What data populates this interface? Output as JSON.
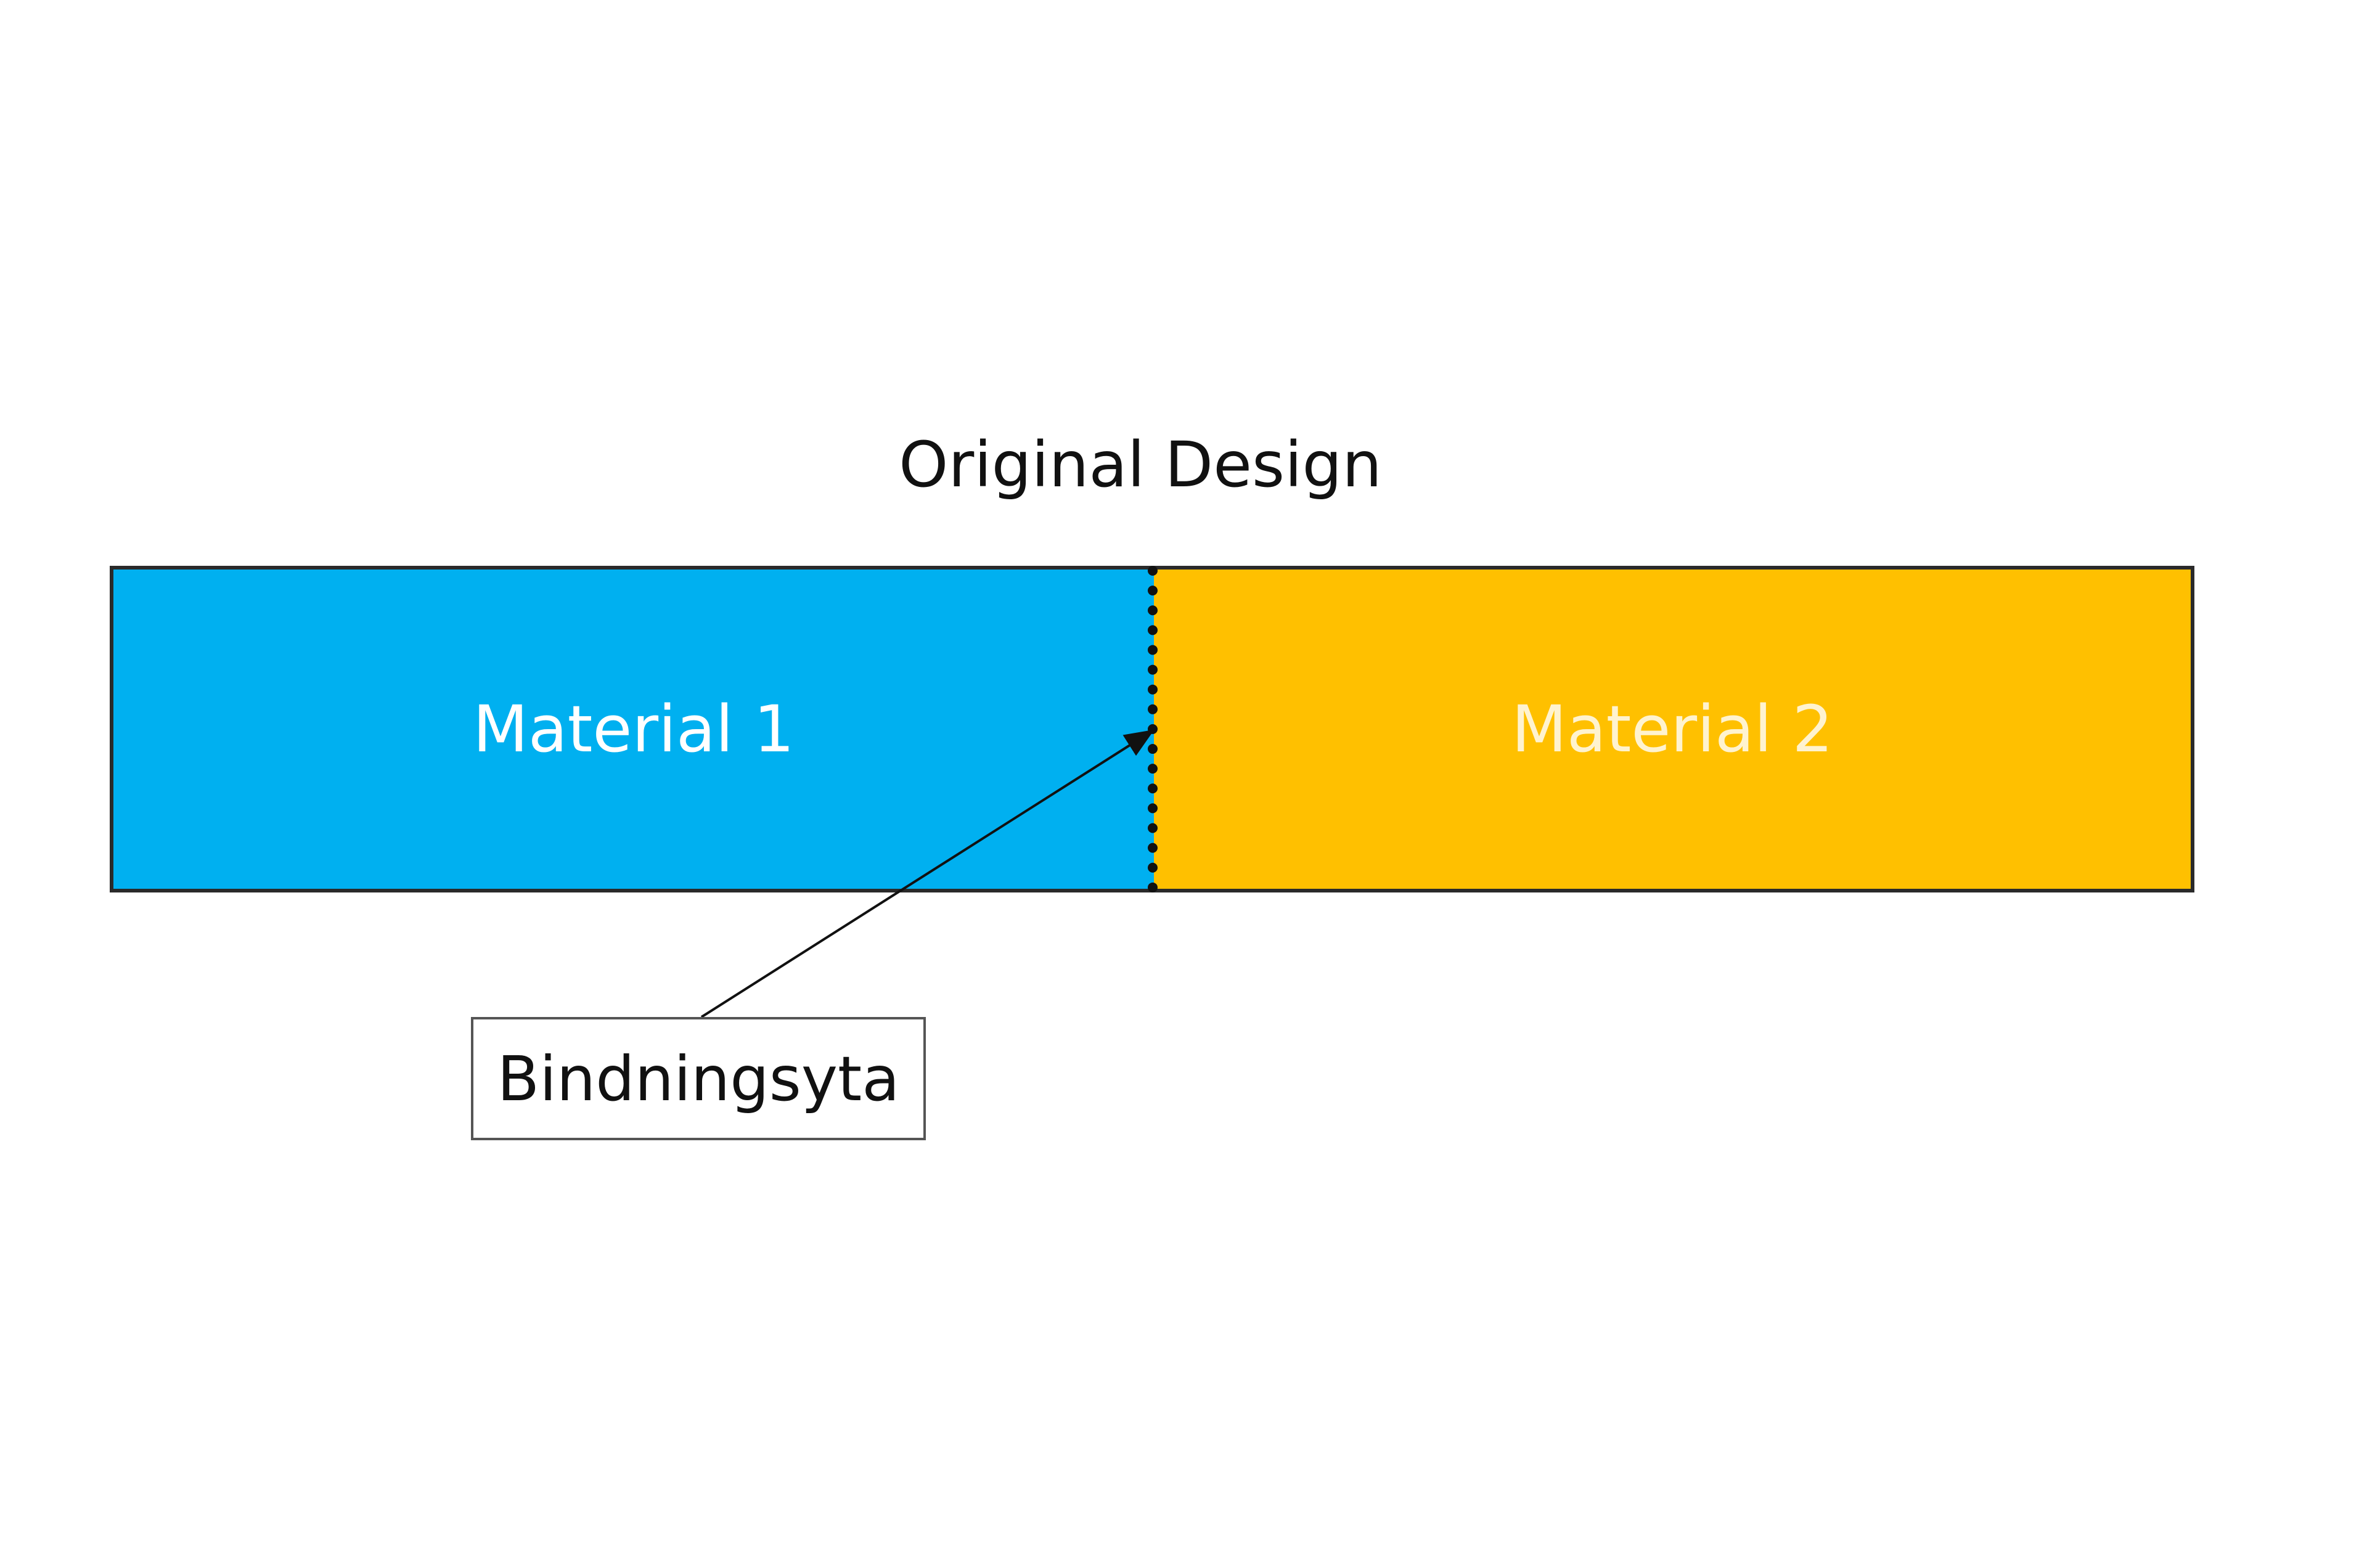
{
  "diagram": {
    "title": "Original Design",
    "materials": [
      {
        "label": "Material 1",
        "color": "#00b0f0"
      },
      {
        "label": "Material 2",
        "color": "#ffc000"
      }
    ],
    "bond_label": "Bindningsyta",
    "outline_color": "#2a2a2a"
  }
}
